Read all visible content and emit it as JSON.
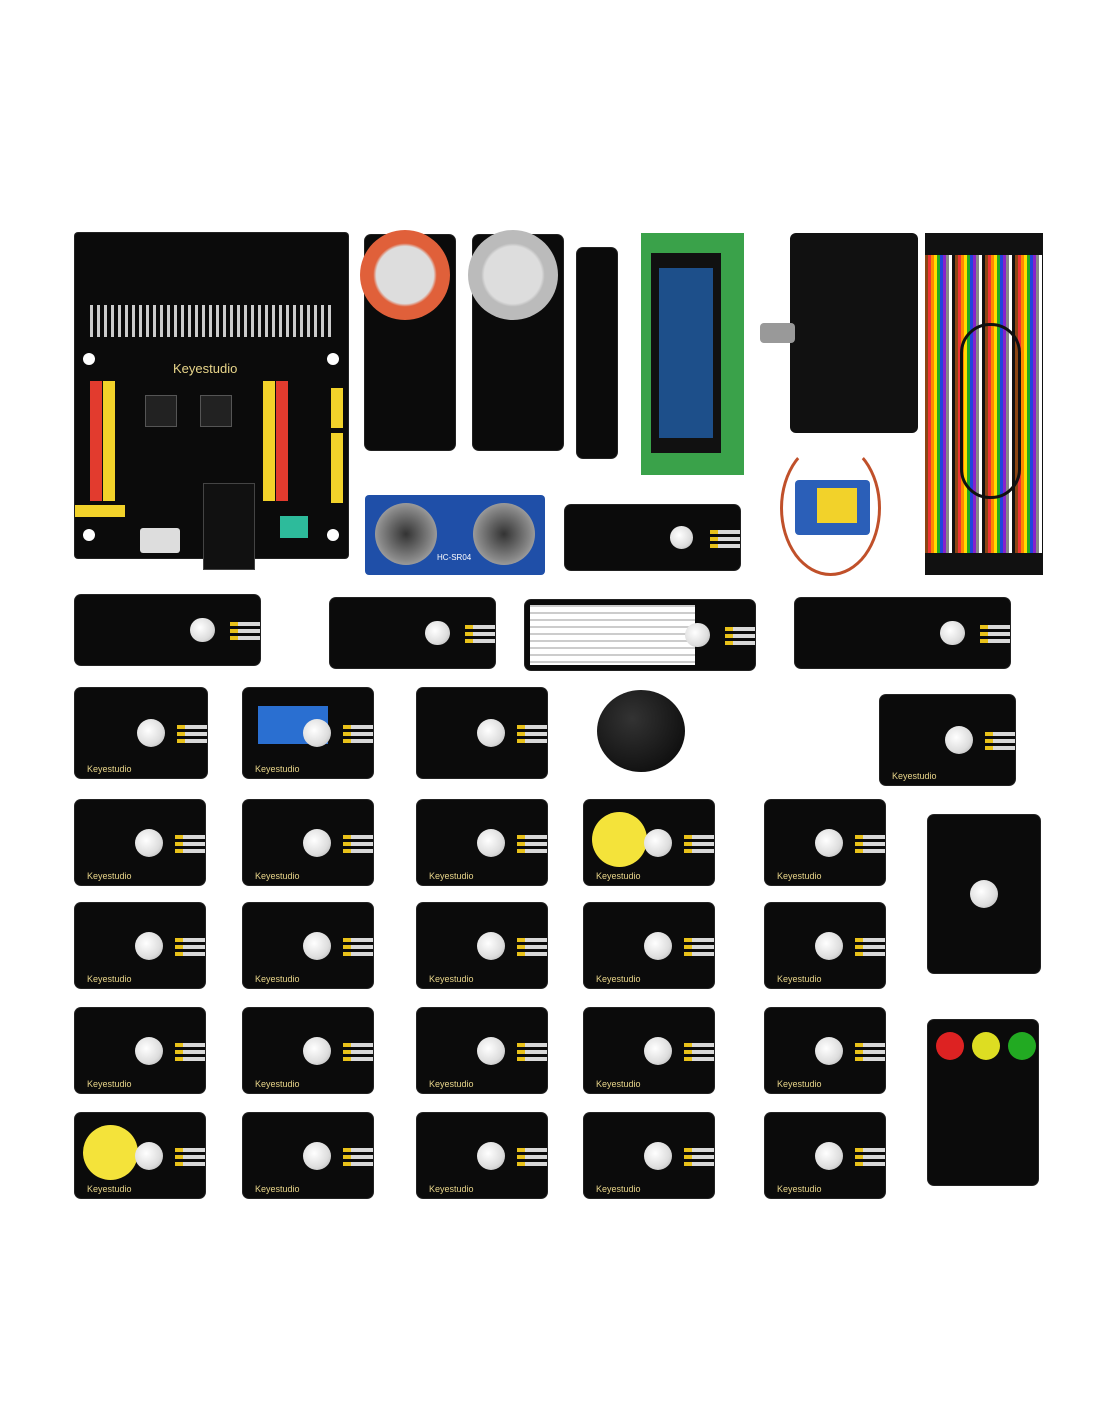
{
  "board": {
    "brand_label": "Keyestudio"
  },
  "modules": {
    "brand_label": "Keyestudio"
  },
  "ultrasonic": {
    "label": "HC-SR04"
  },
  "colors": {
    "pcb": "#0b0b0b",
    "header_yellow": "#f2d22a",
    "header_red": "#e23b2e",
    "lcd_blue": "#1d4f8a",
    "lcd_green": "#3aa24a",
    "background": "#ffffff"
  }
}
